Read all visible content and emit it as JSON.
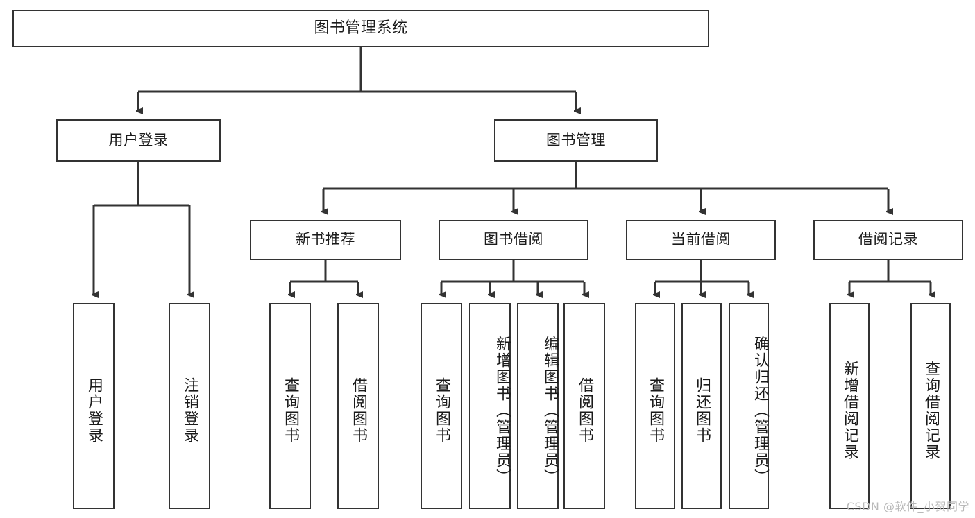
{
  "diagram": {
    "title": "图书管理系统",
    "type": "tree-hierarchy",
    "watermark": "CSDN @软件_小贺同学",
    "colors": {
      "stroke": "#333333",
      "fill": "#ffffff",
      "text": "#1a1a1a",
      "watermark": "#b9b9b9"
    },
    "levels": {
      "root": {
        "label": "图书管理系统"
      },
      "level2": [
        {
          "label": "用户登录"
        },
        {
          "label": "图书管理"
        }
      ],
      "level3": [
        {
          "label": "新书推荐"
        },
        {
          "label": "图书借阅"
        },
        {
          "label": "当前借阅"
        },
        {
          "label": "借阅记录"
        }
      ],
      "leaves": {
        "user_login": [
          {
            "label": "用户登录"
          },
          {
            "label": "注销登录"
          }
        ],
        "new_book_recommend": [
          {
            "label": "查询图书"
          },
          {
            "label": "借阅图书"
          }
        ],
        "book_borrow": [
          {
            "label": "查询图书"
          },
          {
            "label": "新增图书（管理员）"
          },
          {
            "label": "编辑图书（管理员）"
          },
          {
            "label": "借阅图书"
          }
        ],
        "current_borrow": [
          {
            "label": "查询图书"
          },
          {
            "label": "归还图书"
          },
          {
            "label": "确认归还（管理员）"
          }
        ],
        "borrow_record": [
          {
            "label": "新增借阅记录"
          },
          {
            "label": "查询借阅记录"
          }
        ]
      }
    }
  }
}
